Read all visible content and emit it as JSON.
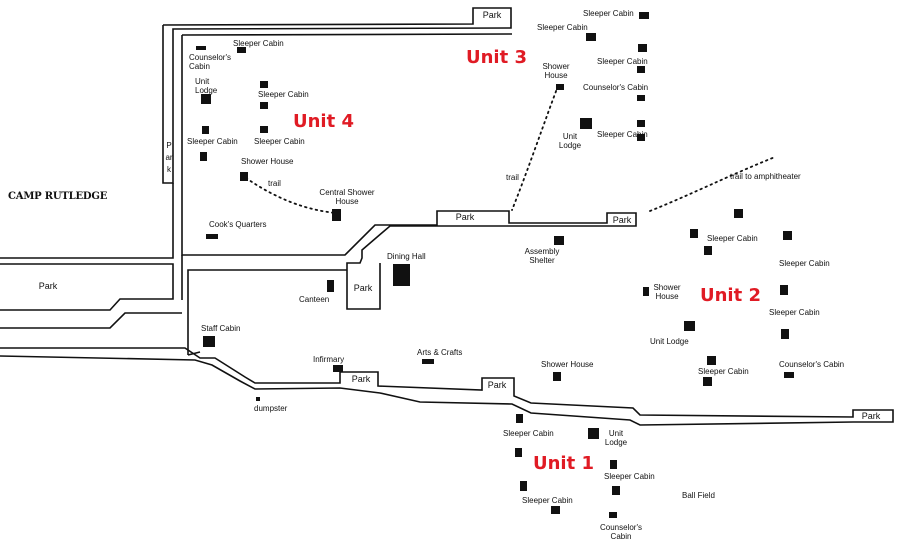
{
  "title": "CAMP RUTLEDGE",
  "units": {
    "unit1": "Unit 1",
    "unit2": "Unit 2",
    "unit3": "Unit 3",
    "unit4": "Unit 4"
  },
  "parking": {
    "top": "Park",
    "left_vertical": "Park",
    "west": "Park",
    "center_road": "Park",
    "east_road": "Park",
    "dining": "Park",
    "south_center": "Park",
    "south_east": "Park",
    "far_east": "Park"
  },
  "unit4": {
    "sleeper_cabin_top": "Sleeper Cabin",
    "counselors_cabin": "Counselor's Cabin",
    "unit_lodge": "Unit Lodge",
    "sleeper_cabin_mid": "Sleeper Cabin",
    "sleeper_cabin_left": "Sleeper Cabin",
    "sleeper_cabin_right": "Sleeper Cabin",
    "shower_house": "Shower House",
    "trail": "trail",
    "central_shower_house": "Central Shower House",
    "cooks_quarters": "Cook's Quarters"
  },
  "unit3": {
    "sleeper_cabin_1": "Sleeper Cabin",
    "sleeper_cabin_2": "Sleeper Cabin",
    "shower_house": "Shower House",
    "counselors_cabin": "Counselor's Cabin",
    "unit_lodge": "Unit Lodge",
    "sleeper_cabin_3": "Sleeper Cabin",
    "trail": "trail"
  },
  "unit2": {
    "trail_to_amphitheater": "trail to amphitheater",
    "sleeper_cabin_1": "Sleeper Cabin",
    "sleeper_cabin_2": "Sleeper Cabin",
    "shower_house": "Shower House",
    "sleeper_cabin_3": "Sleeper Cabin",
    "unit_lodge": "Unit Lodge",
    "sleeper_cabin_4": "Sleeper Cabin",
    "counselors_cabin": "Counselor's Cabin"
  },
  "unit1": {
    "sleeper_cabin_1": "Sleeper Cabin",
    "unit_lodge": "Unit Lodge",
    "sleeper_cabin_2": "Sleeper Cabin",
    "sleeper_cabin_3": "Sleeper Cabin",
    "counselors_cabin": "Counselor's Cabin",
    "ball_field": "Ball Field"
  },
  "central": {
    "assembly_shelter": "Assembly Shelter",
    "dining_hall": "Dining Hall",
    "canteen": "Canteen",
    "staff_cabin": "Staff Cabin",
    "infirmary": "Infirmary",
    "arts_crafts": "Arts & Crafts",
    "shower_house": "Shower House",
    "dumpster": "dumpster"
  }
}
